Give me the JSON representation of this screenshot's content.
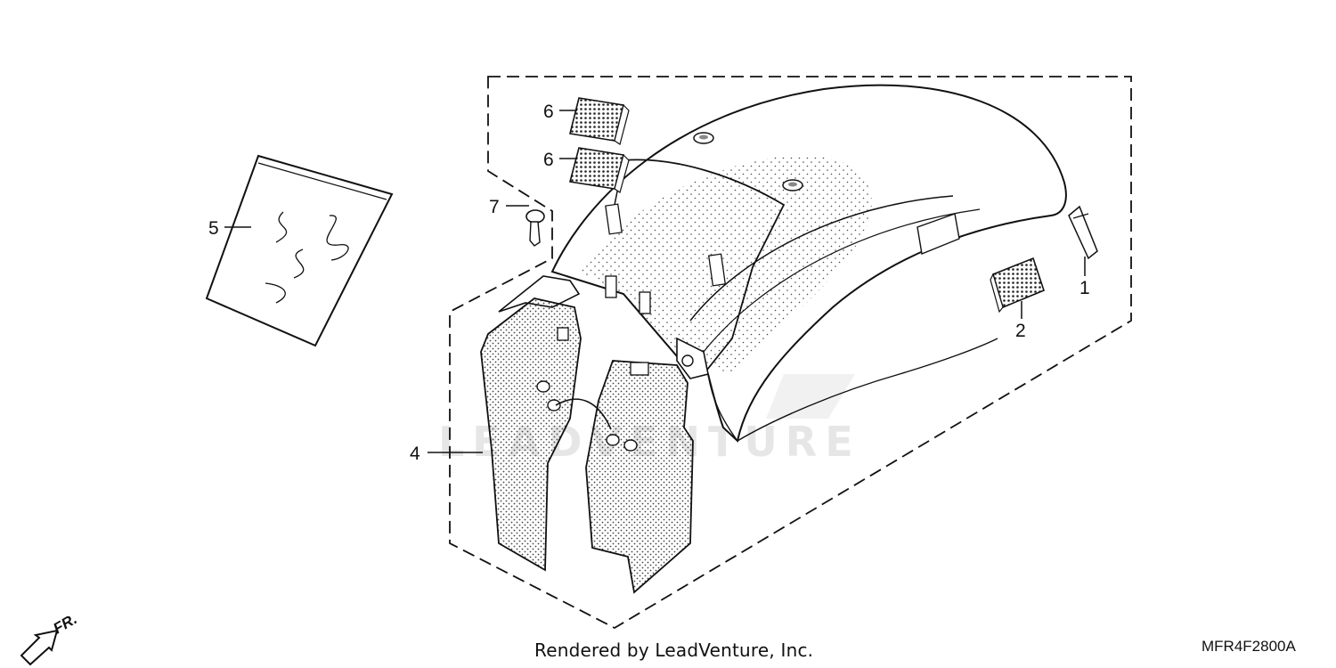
{
  "diagram": {
    "watermark": "LEADVENTURE",
    "direction_label": "FR.",
    "callouts": [
      {
        "id": "1",
        "label": "1"
      },
      {
        "id": "2",
        "label": "2"
      },
      {
        "id": "4",
        "label": "4"
      },
      {
        "id": "5",
        "label": "5"
      },
      {
        "id": "6a",
        "label": "6"
      },
      {
        "id": "6b",
        "label": "6"
      },
      {
        "id": "7",
        "label": "7"
      }
    ],
    "footer": "Rendered by LeadVenture, Inc.",
    "code": "MFR4F2800A"
  }
}
